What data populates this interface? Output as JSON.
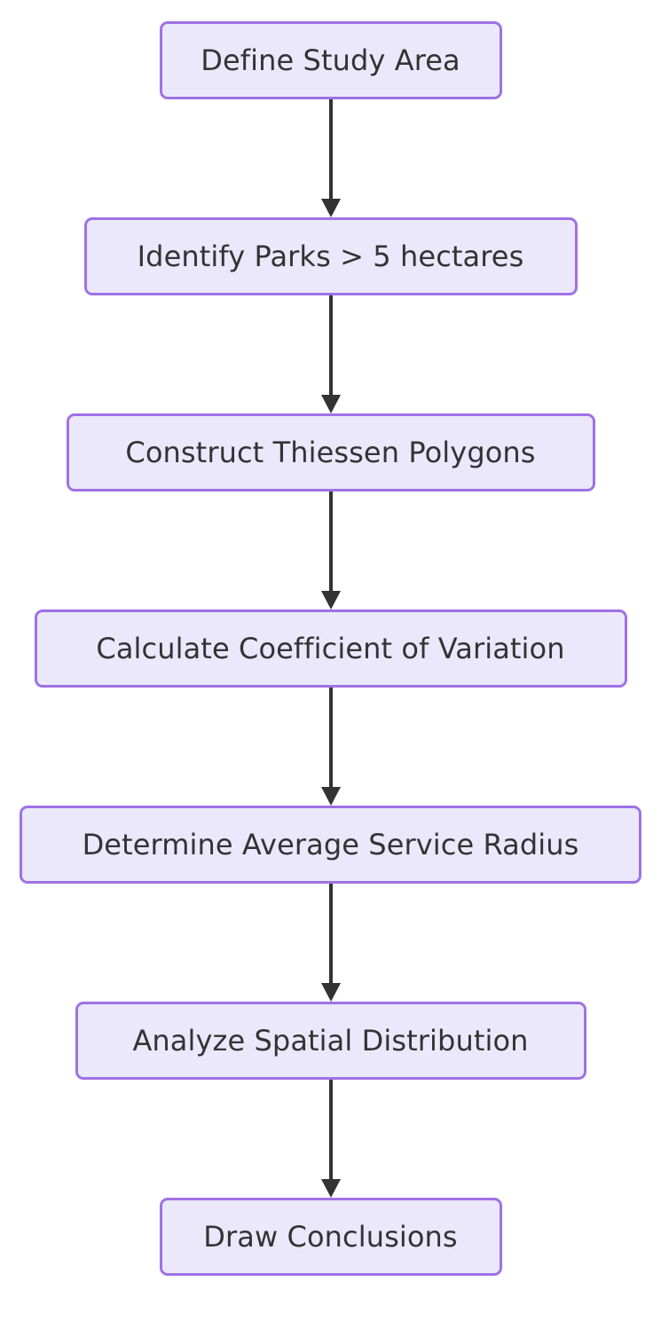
{
  "diagram": {
    "type": "flowchart",
    "orientation": "top-to-bottom",
    "background_color": "#ffffff",
    "node_fill_color": "#ebe8fb",
    "node_border_color": "#9f71e4",
    "node_text_color": "#333333",
    "arrow_color": "#333333",
    "nodes": [
      {
        "id": "n1",
        "label": "Define Study Area"
      },
      {
        "id": "n2",
        "label": "Identify Parks > 5 hectares"
      },
      {
        "id": "n3",
        "label": "Construct Thiessen Polygons"
      },
      {
        "id": "n4",
        "label": "Calculate Coefficient of Variation"
      },
      {
        "id": "n5",
        "label": "Determine Average Service Radius"
      },
      {
        "id": "n6",
        "label": "Analyze Spatial Distribution"
      },
      {
        "id": "n7",
        "label": "Draw Conclusions"
      }
    ],
    "edges": [
      {
        "from": "n1",
        "to": "n2",
        "label": ""
      },
      {
        "from": "n2",
        "to": "n3",
        "label": ""
      },
      {
        "from": "n3",
        "to": "n4",
        "label": ""
      },
      {
        "from": "n4",
        "to": "n5",
        "label": ""
      },
      {
        "from": "n5",
        "to": "n6",
        "label": ""
      },
      {
        "from": "n6",
        "to": "n7",
        "label": ""
      }
    ]
  }
}
